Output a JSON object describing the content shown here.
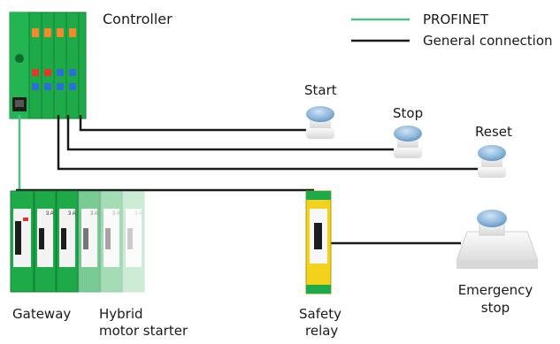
{
  "legend": {
    "profinet_label": "PROFINET",
    "general_label": "General connection",
    "profinet_color": "#4cc08a",
    "general_color": "#1a1a1a"
  },
  "labels": {
    "controller": "Controller",
    "start": "Start",
    "stop": "Stop",
    "reset": "Reset",
    "gateway": "Gateway",
    "hybrid_line1": "Hybrid",
    "hybrid_line2": "motor starter",
    "safety_line1": "Safety",
    "safety_line2": "relay",
    "estop_line1": "Emergency",
    "estop_line2": "stop"
  },
  "module_markings": {
    "current_rating": "3 A"
  },
  "colors": {
    "module_green": "#1faa4a",
    "relay_yellow": "#f2d21c",
    "button_blue": "#8fb8dd"
  }
}
